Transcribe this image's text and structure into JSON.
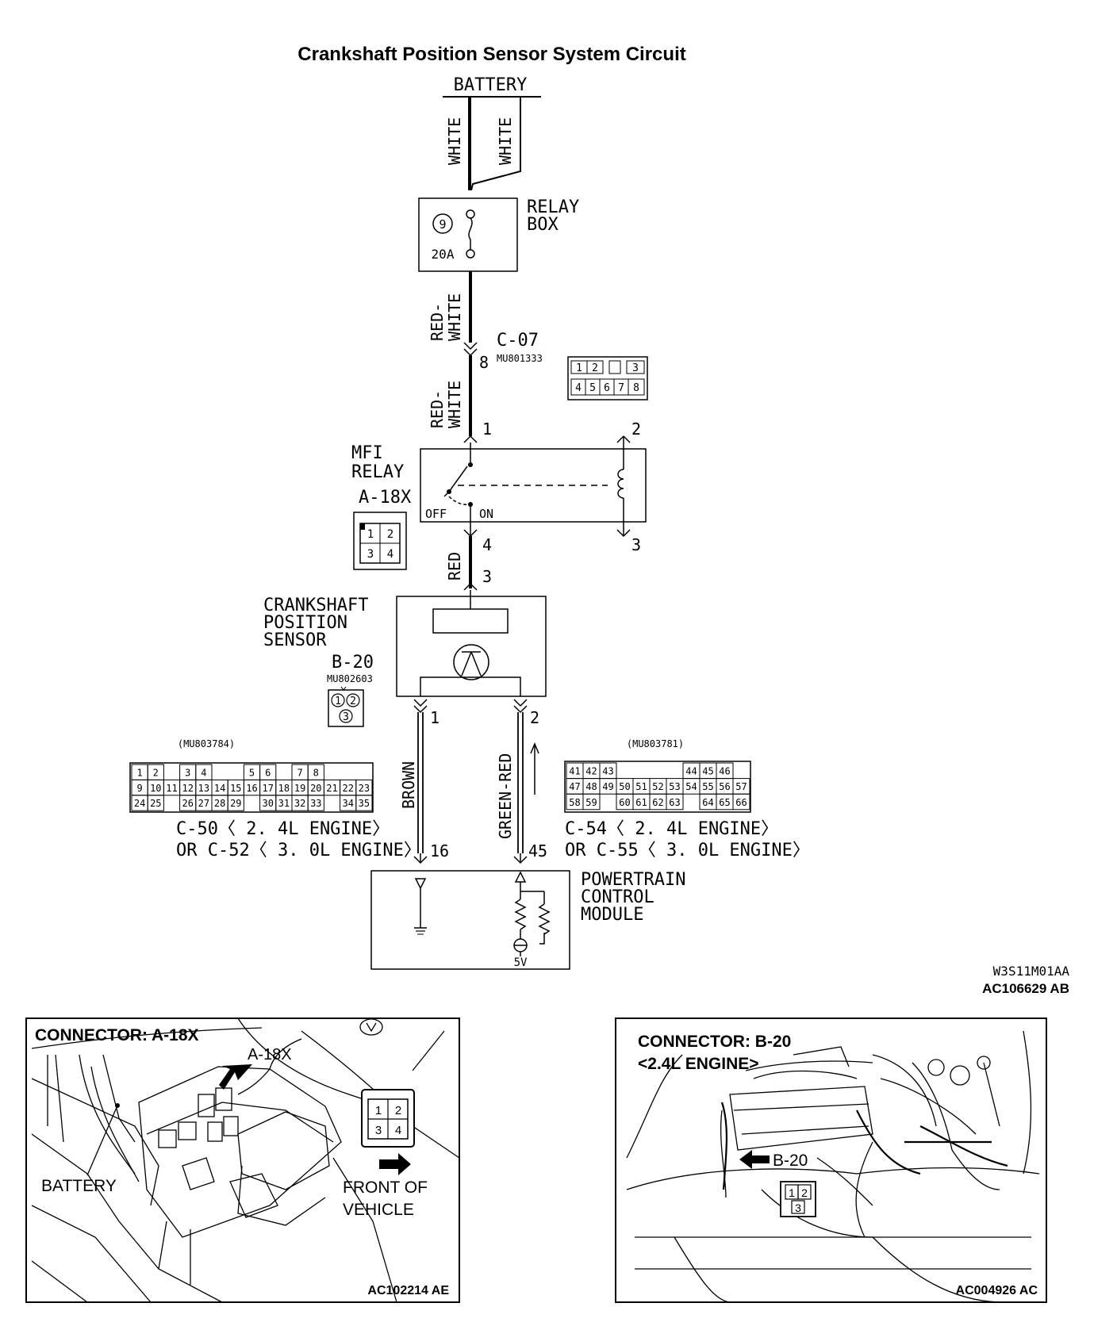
{
  "title": "Crankshaft Position Sensor System Circuit",
  "battery": {
    "label": "BATTERY"
  },
  "wires": {
    "white_left": "WHITE",
    "white_right": "WHITE",
    "red_white_1_line1": "RED-",
    "red_white_1_line2": "WHITE",
    "red_white_2_line1": "RED-",
    "red_white_2_line2": "WHITE",
    "red": "RED",
    "brown": "BROWN",
    "green_red": "GREEN-RED"
  },
  "relay_box": {
    "line1": "RELAY",
    "line2": "BOX",
    "fuse_number": "9",
    "fuse_rating": "20A"
  },
  "connector_c07": {
    "name": "C-07",
    "part": "MU801333",
    "pin": "8",
    "pins_top": [
      "1",
      "2",
      "",
      "3"
    ],
    "pins_bottom": [
      "4",
      "5",
      "6",
      "7",
      "8"
    ]
  },
  "mfi_relay": {
    "line1": "MFI",
    "line2": "RELAY",
    "connector": "A-18X",
    "off": "OFF",
    "on": "ON",
    "pin1": "1",
    "pin2": "2",
    "pin3": "3",
    "pin4": "4",
    "pins": [
      "1",
      "2",
      "3",
      "4"
    ]
  },
  "ckp_sensor": {
    "line1": "CRANKSHAFT",
    "line2": "POSITION",
    "line3": "SENSOR",
    "connector": "B-20",
    "part": "MU802603",
    "pin1": "1",
    "pin2": "2",
    "pin3": "3",
    "pins": [
      "1",
      "2",
      "3"
    ]
  },
  "left_connector": {
    "part": "(MU803784)",
    "label_line1": "C-50〈 2. 4L  ENGINE〉",
    "label_line2": "OR C-52〈 3. 0L  ENGINE〉",
    "row1": [
      "1",
      "2",
      "",
      "3",
      "4",
      "",
      "",
      "5",
      "6",
      "",
      "7",
      "8"
    ],
    "row2": [
      "9",
      "10",
      "11",
      "12",
      "13",
      "14",
      "15",
      "16",
      "17",
      "18",
      "19",
      "20",
      "21",
      "22",
      "23"
    ],
    "row3": [
      "24",
      "25",
      "",
      "26",
      "27",
      "28",
      "29",
      "",
      "30",
      "31",
      "32",
      "33",
      "",
      "34",
      "35"
    ],
    "pin": "16"
  },
  "right_connector": {
    "part": "(MU803781)",
    "label_line1": "C-54〈 2. 4L  ENGINE〉",
    "label_line2": "OR C-55〈 3. 0L  ENGINE〉",
    "row1": [
      "41",
      "42",
      "43",
      "",
      "",
      "",
      "",
      "44",
      "45",
      "46"
    ],
    "row2": [
      "47",
      "48",
      "49",
      "50",
      "51",
      "52",
      "53",
      "54",
      "55",
      "56",
      "57"
    ],
    "row3": [
      "58",
      "59",
      "",
      "60",
      "61",
      "62",
      "63",
      "",
      "64",
      "65",
      "66"
    ],
    "pin": "45"
  },
  "pcm": {
    "line1": "POWERTRAIN",
    "line2": "CONTROL",
    "line3": "MODULE",
    "voltage": "5V"
  },
  "codes": {
    "diagram_code": "W3S11M01AA",
    "diagram_id": "AC106629 AB"
  },
  "panel_a": {
    "title": "CONNECTOR: A-18X",
    "callout": "A-18X",
    "battery": "BATTERY",
    "front_line1": "FRONT OF",
    "front_line2": "VEHICLE",
    "id": "AC102214 AE",
    "pins": [
      "1",
      "2",
      "3",
      "4"
    ]
  },
  "panel_b": {
    "title_line1": "CONNECTOR: B-20",
    "title_line2": "<2.4L ENGINE>",
    "callout": "B-20",
    "id": "AC004926 AC",
    "pins": [
      "1",
      "2",
      "3"
    ]
  }
}
